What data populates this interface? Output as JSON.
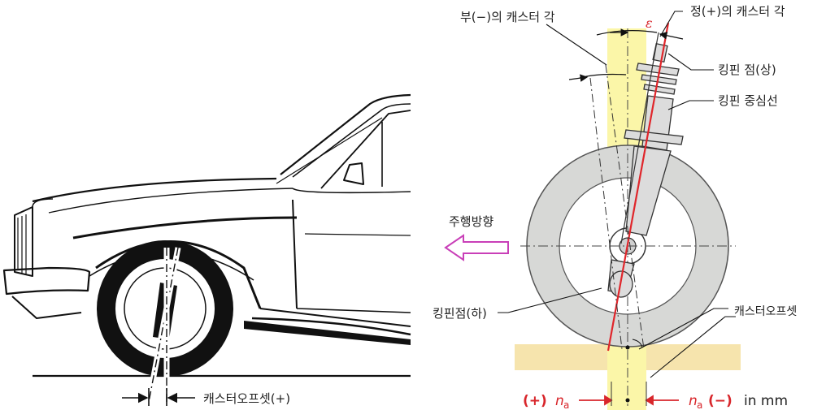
{
  "left": {
    "caster_offset_label": "캐스터오프셋(+)"
  },
  "right": {
    "negative_caster_angle": "부(−)의 캐스터 각",
    "positive_caster_angle": "정(+)의 캐스터 각",
    "epsilon": "ε",
    "kingpin_upper": "킹핀 점(상)",
    "kingpin_axis": "킹핀 중심선",
    "driving_direction": "주행방향",
    "kingpin_lower": "킹핀점(하)",
    "caster_offset": "캐스터오프셋",
    "plus_sign": "(+)",
    "minus_sign": "(−)",
    "n_symbol": "n",
    "n_subscript": "a",
    "unit": "in mm"
  },
  "colors": {
    "caster_band": "#fbf6a8",
    "ground": "#f6e4ad",
    "tire": "#d7d8d6",
    "axis_red": "#e0262b",
    "arrow_pink": "#c93fb8"
  }
}
